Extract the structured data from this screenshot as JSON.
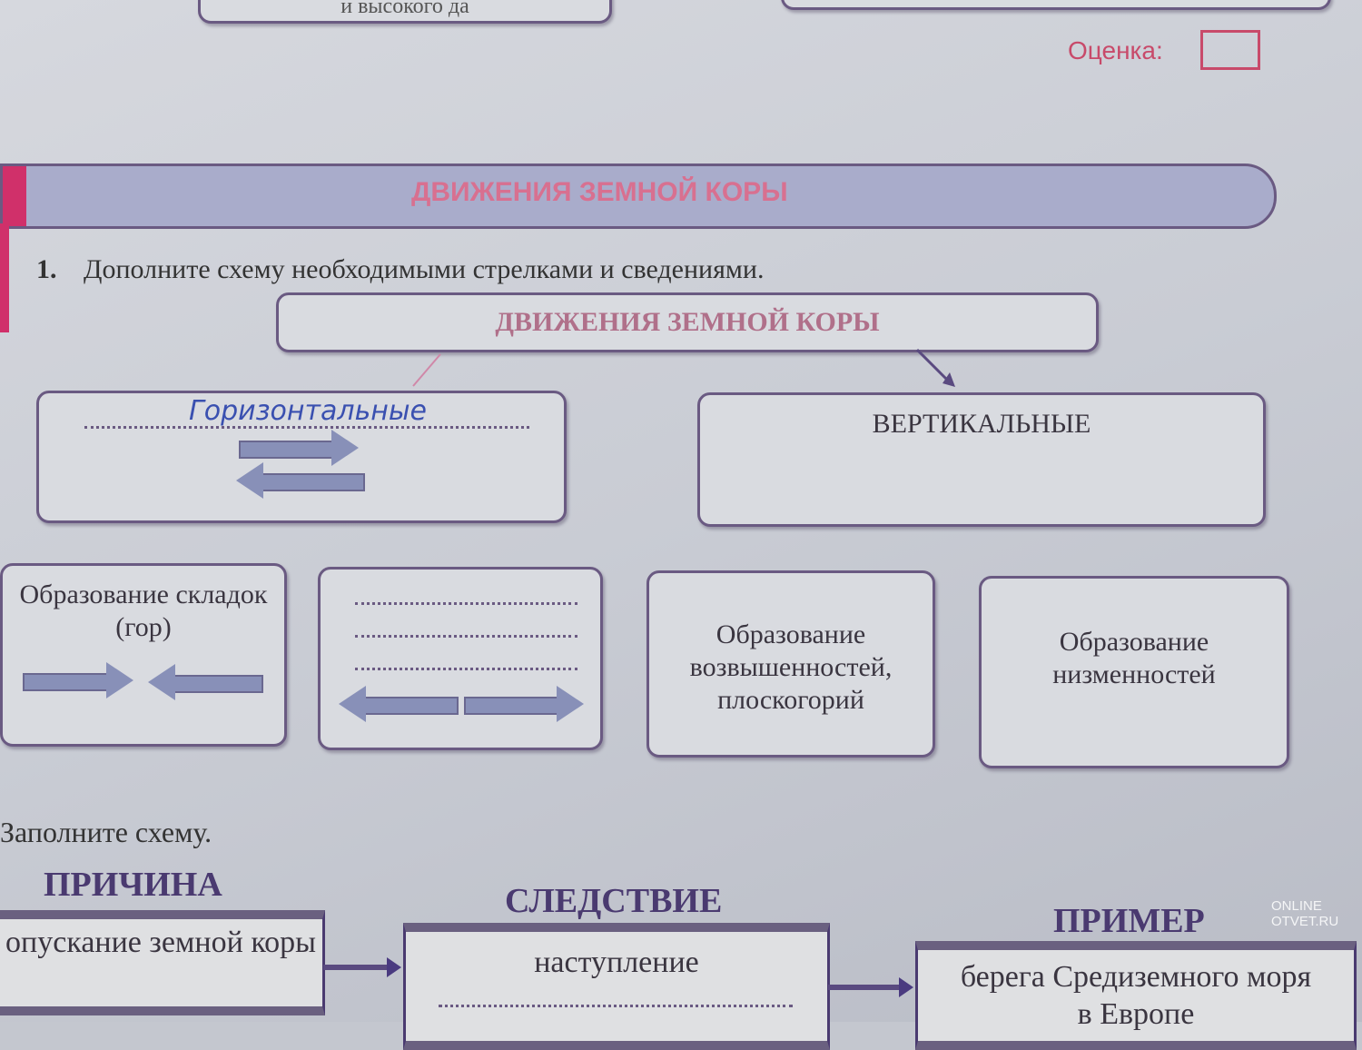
{
  "top_box_text": "и высокого да",
  "grade": {
    "label": "Оценка:"
  },
  "banner": {
    "title": "ДВИЖЕНИЯ ЗЕМНОЙ КОРЫ"
  },
  "task1": {
    "number": "1.",
    "text": "Дополните схему необходимыми стрелками и сведениями.",
    "root": "ДВИЖЕНИЯ ЗЕМНОЙ КОРЫ",
    "horizontal_handwritten": "Горизонтальные",
    "vertical": "ВЕРТИКАЛЬНЫЕ",
    "boxes": [
      "Образование складок (гор)",
      "Образование возвышенностей, плоскогорий",
      "Образование низменностей"
    ]
  },
  "task2": {
    "text": "Заполните схему.",
    "cause": {
      "header": "ПРИЧИНА",
      "text": "опускание земной коры"
    },
    "effect": {
      "header": "СЛЕДСТВИЕ",
      "text": "наступление"
    },
    "example": {
      "header": "ПРИМЕР",
      "text": "берега Средиземного моря в Европе"
    }
  },
  "watermark": "ONLINE OTVET.RU",
  "colors": {
    "accent": "#d0306a",
    "purple": "#6a5a82",
    "banner": "#a9accb"
  }
}
